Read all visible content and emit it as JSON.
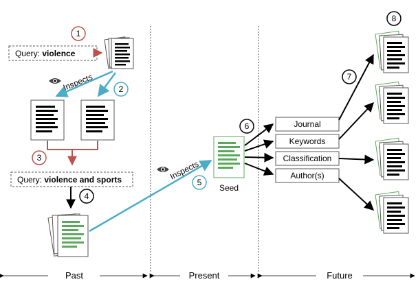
{
  "query1": {
    "prefix": "Query: ",
    "term": "violence"
  },
  "query2": {
    "prefix": "Query: ",
    "term": "violence and sports"
  },
  "inspects_1": "Inspects",
  "inspects_2": "Inspects",
  "seed_label": "Seed",
  "step_numbers": [
    "1",
    "2",
    "3",
    "4",
    "5",
    "6",
    "7",
    "8"
  ],
  "attributes": [
    "Journal",
    "Keywords",
    "Classification",
    "Author(s)"
  ],
  "timeline": [
    "Past",
    "Present",
    "Future"
  ],
  "colors": {
    "red": "#c0504d",
    "teal": "#4bacc6",
    "green": "#5aa85a",
    "black": "#000000",
    "doc_border": "#555555"
  }
}
